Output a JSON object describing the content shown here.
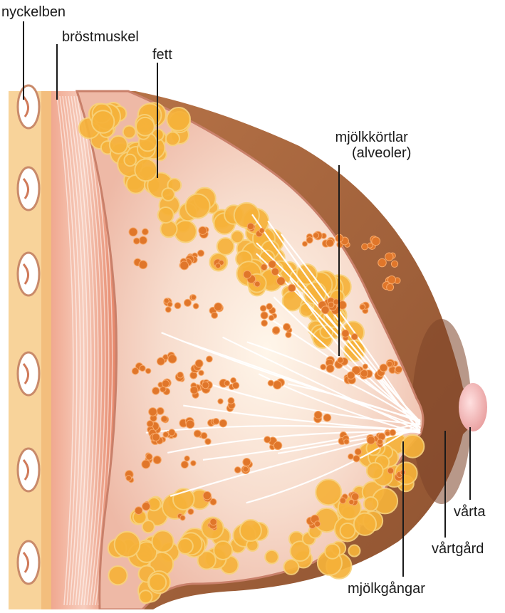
{
  "labels": {
    "clavicle": "nyckelben",
    "pectoral_muscle": "bröstmuskel",
    "fat": "fett",
    "alveoli_line1": "mjölkkörtlar",
    "alveoli_line2": "(alveoler)",
    "nipple": "vårta",
    "areola": "vårtgård",
    "milk_ducts": "mjölkgångar"
  },
  "colors": {
    "skin": "#a8643c",
    "skin_shadow": "#7a4424",
    "areola": "#8a4a2c",
    "nipple": "#f0b4b4",
    "tissue": "#f4cfc0",
    "fat_lobule": "#f6b23a",
    "gland": "#e0762a",
    "muscle": "#e88a6c",
    "bone_band": "#f6c78a",
    "leader_line": "#1a1a1a"
  }
}
